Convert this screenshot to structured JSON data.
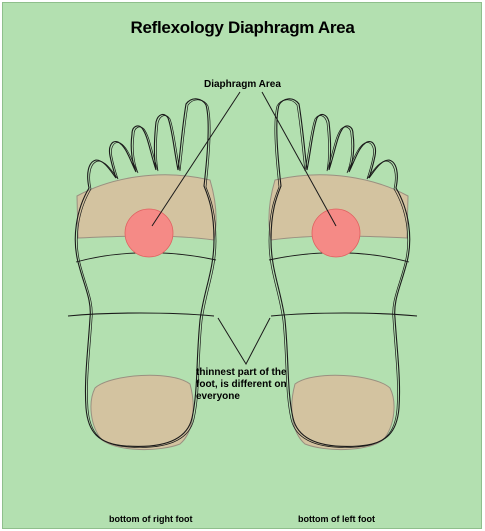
{
  "title": "Reflexology Diaphragm Area",
  "callouts": {
    "diaphragm_area": "Diaphragm Area",
    "thinnest_part": "thinnest part of the\nfoot, is different on\neveryone"
  },
  "feet": [
    {
      "caption": "bottom of right foot"
    },
    {
      "caption": "bottom of left foot"
    }
  ],
  "colors": {
    "background": "#b3e0b0",
    "ball_and_heel_fill": "#d3c3a0",
    "diaphragm_point": "#f58a86",
    "outline": "#1a1a1a"
  }
}
